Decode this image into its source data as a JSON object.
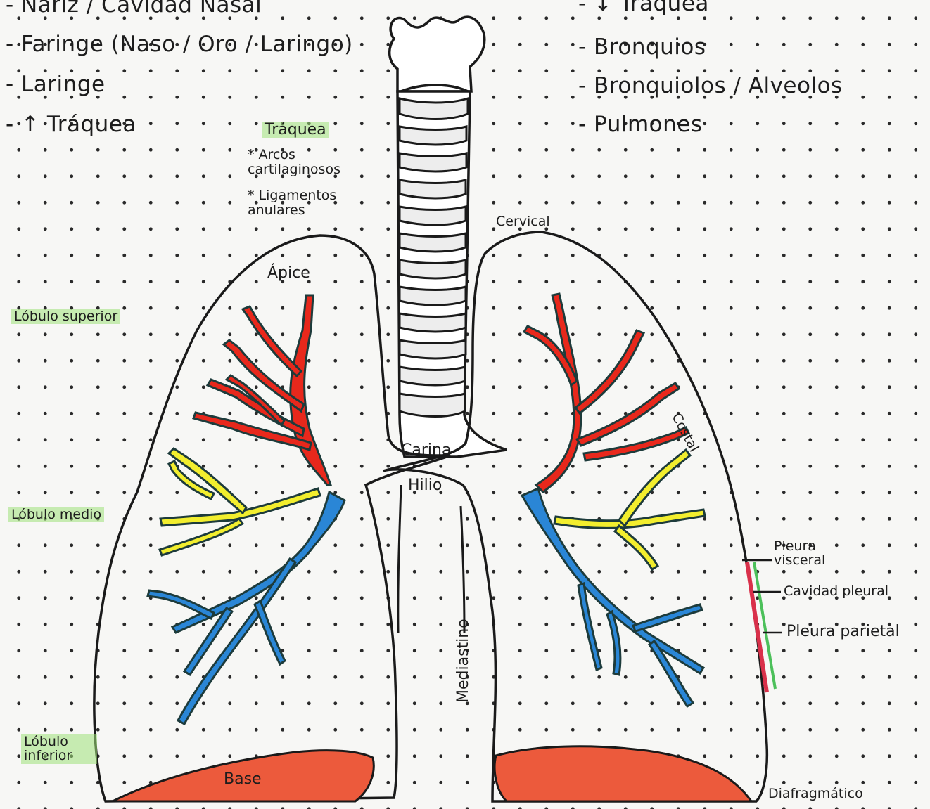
{
  "lists": {
    "upper_airway": [
      "- Nariz / Cavidad Nasal",
      "- Faringe (Naso / Oro / Laringo)",
      "- Laringe",
      "- ↑ Tráquea"
    ],
    "lower_airway": [
      "- ↓ Tráquea",
      "- Bronquios",
      "- Bronquiolos / Alveolos",
      "- Pulmones"
    ]
  },
  "trachea_note": {
    "title": "Tráquea",
    "items": [
      "* Arcos cartilaginosos",
      "* Ligamentos anulares"
    ]
  },
  "labels": {
    "apice": "Ápice",
    "cervical": "Cervical",
    "costal": "Costal",
    "carina": "Carina",
    "hilio": "Hilio",
    "mediastino": "Mediastino",
    "base": "Base",
    "diafragmatico": "Diafragmático",
    "pleura_visceral": "Pleura visceral",
    "cavidad_pleural": "Cavidad pleural",
    "pleura_parietal": "Pleura parietal"
  },
  "lobes": {
    "superior": "Lóbulo superior",
    "medio": "Lóbulo medio",
    "inferior": "Lóbulo inferior"
  },
  "colors": {
    "paper": "#f7f7f5",
    "ink": "#1a1a1a",
    "upper_lobe_bronchi": "#e8281c",
    "middle_lobe_bronchi": "#f2ee2e",
    "lower_lobe_bronchi": "#2a86d6",
    "diaphragm": "#ec5a3c",
    "highlight": "#9ee278",
    "pleura_red": "#d9304a",
    "pleura_green": "#4cc05a"
  }
}
